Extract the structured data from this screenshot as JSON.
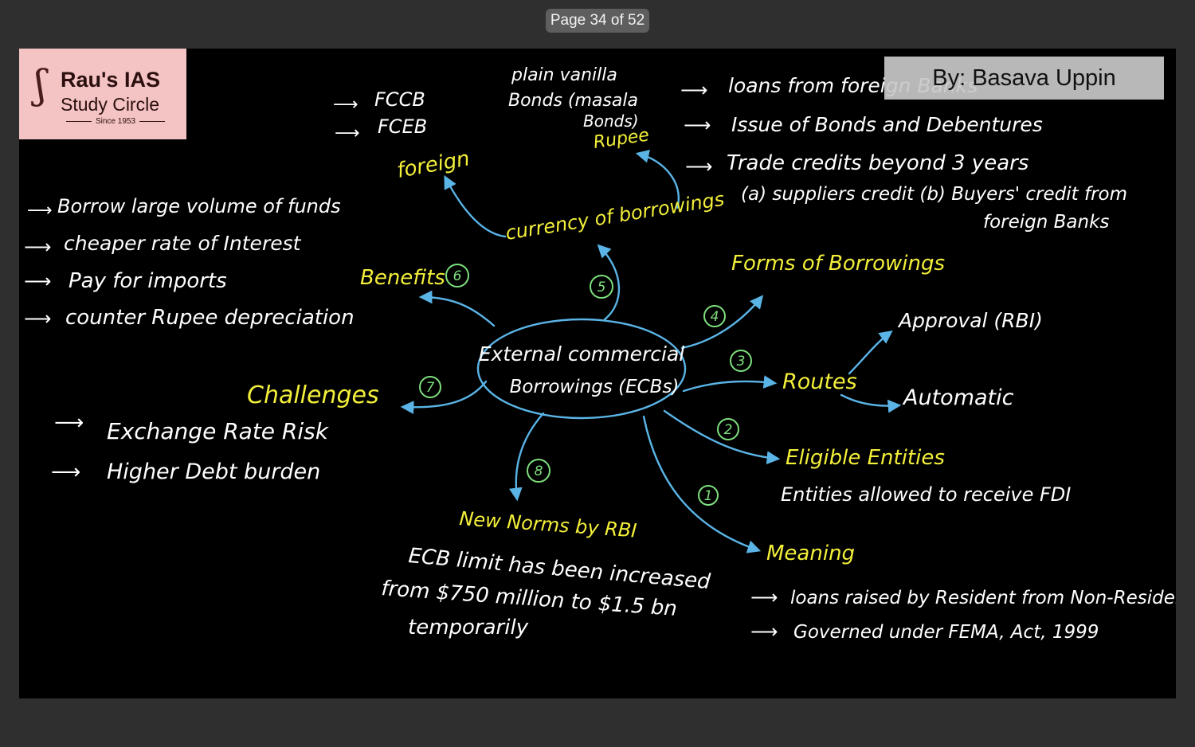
{
  "viewer": {
    "page_indicator": "Page 34 of 52"
  },
  "logo": {
    "line1": "Rau's IAS",
    "line2": "Study Circle",
    "line3": "Since 1953"
  },
  "author_label": "By: Basava Uppin",
  "center": {
    "line1": "External commercial",
    "line2": "Borrowings (ECBs)"
  },
  "branches": {
    "meaning": {
      "number": "1",
      "title": "Meaning",
      "points": [
        "loans raised by Resident from Non-Resident",
        "Governed under FEMA, Act, 1999"
      ]
    },
    "eligible": {
      "number": "2",
      "title": "Eligible Entities",
      "detail": "Entities allowed to receive FDI"
    },
    "routes": {
      "number": "3",
      "title": "Routes",
      "sub1": "Approval (RBI)",
      "sub2": "Automatic"
    },
    "forms": {
      "number": "4",
      "title": "Forms of Borrowings",
      "points": [
        "loans from foreign Banks",
        "Issue of Bonds and Debentures",
        "Trade credits beyond 3 years"
      ],
      "trade_line2": "(a) suppliers credit (b) Buyers' credit from",
      "trade_line3": "foreign Banks"
    },
    "currency": {
      "number": "5",
      "title": "currency of borrowings",
      "foreign": "foreign",
      "foreign_items": [
        "FCCB",
        "FCEB"
      ],
      "rupee": "Rupee",
      "rupee_note1": "plain vanilla",
      "rupee_note2": "Bonds (masala",
      "rupee_note3": "Bonds)"
    },
    "benefits": {
      "number": "6",
      "title": "Benefits",
      "points": [
        "Borrow large volume of funds",
        "cheaper rate of Interest",
        "Pay for imports",
        "counter Rupee depreciation"
      ]
    },
    "challenges": {
      "number": "7",
      "title": "Challenges",
      "points": [
        "Exchange Rate Risk",
        "Higher Debt burden"
      ]
    },
    "norms": {
      "number": "8",
      "title": "New Norms by RBI",
      "line1": "ECB limit has been increased",
      "line2": "from $750 million to $1.5 bn",
      "line3": "temporarily"
    }
  },
  "colors": {
    "chalk": "#ffffff",
    "highlight": "#f3ef3a",
    "connector": "#5ab4e6",
    "number_ring": "#7ee07e"
  }
}
